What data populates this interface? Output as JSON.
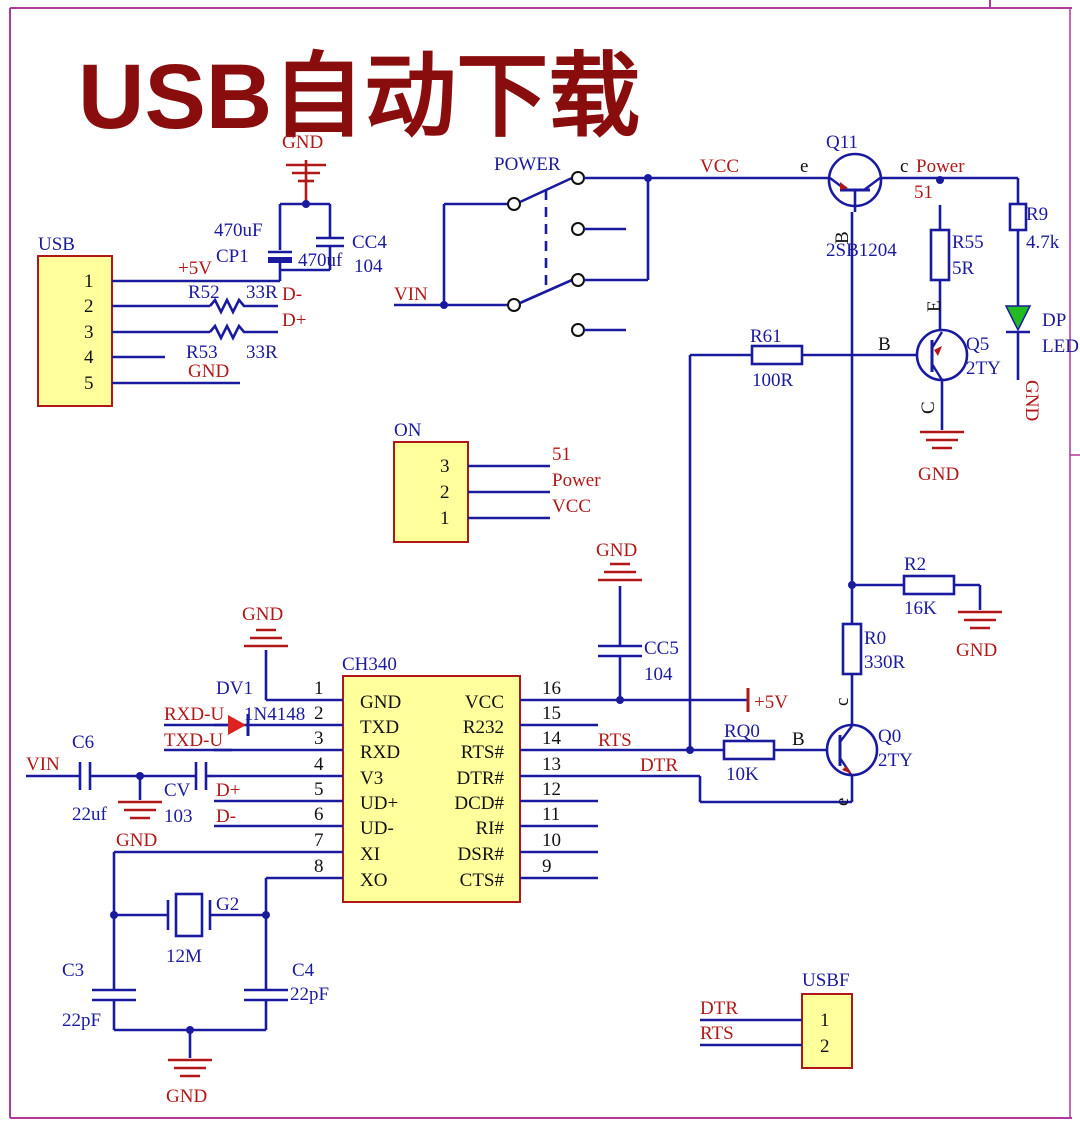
{
  "title": "USB自动下载",
  "labels": {
    "gnd": "GND",
    "vcc": "VCC",
    "vin": "VIN",
    "p5v": "+5V",
    "dminus": "D-",
    "dplus": "D+",
    "dtr": "DTR",
    "rts": "RTS",
    "power": "POWER",
    "power_net": "Power",
    "net51": "51",
    "b": "B",
    "c": "C",
    "e": "E",
    "lc_c": "c",
    "lc_e": "e"
  },
  "usb": {
    "name": "USB",
    "pins": [
      "1",
      "2",
      "3",
      "4",
      "5"
    ]
  },
  "on_conn": {
    "name": "ON",
    "pins": [
      "3",
      "2",
      "1"
    ],
    "nets": [
      "51",
      "Power",
      "VCC"
    ]
  },
  "usbf": {
    "name": "USBF",
    "pins": [
      "1",
      "2"
    ]
  },
  "parts": {
    "cp1": {
      "ref": "CP1",
      "val": "470uF"
    },
    "cc4": {
      "ref": "CC4",
      "val": "104",
      "val2": "470uf"
    },
    "r52": {
      "ref": "R52",
      "val": "33R"
    },
    "r53": {
      "ref": "R53",
      "val": "33R"
    },
    "q11": {
      "ref": "Q11",
      "val": "2SB1204"
    },
    "r9": {
      "ref": "R9",
      "val": "4.7k"
    },
    "r55": {
      "ref": "R55",
      "val": "5R"
    },
    "led": {
      "ref": "DP",
      "val": "LED"
    },
    "r61": {
      "ref": "R61",
      "val": "100R"
    },
    "q5": {
      "ref": "Q5",
      "val": "2TY"
    },
    "r2": {
      "ref": "R2",
      "val": "16K"
    },
    "r0": {
      "ref": "R0",
      "val": "330R"
    },
    "cc5": {
      "ref": "CC5",
      "val": "104"
    },
    "rq0": {
      "ref": "RQ0",
      "val": "10K"
    },
    "q0": {
      "ref": "Q0",
      "val": "2TY"
    },
    "dv1": {
      "ref": "DV1",
      "val": "1N4148"
    },
    "c6": {
      "ref": "C6",
      "val": "22uf"
    },
    "cv": {
      "ref": "CV",
      "val": "103"
    },
    "g2": {
      "ref": "G2",
      "val": "12M"
    },
    "c3": {
      "ref": "C3",
      "val": "22pF"
    },
    "c4": {
      "ref": "C4",
      "val": "22pF"
    }
  },
  "ch340": {
    "name": "CH340",
    "left_pins": [
      {
        "num": "1",
        "name": "GND"
      },
      {
        "num": "2",
        "name": "TXD"
      },
      {
        "num": "3",
        "name": "RXD"
      },
      {
        "num": "4",
        "name": "V3"
      },
      {
        "num": "5",
        "name": "UD+"
      },
      {
        "num": "6",
        "name": "UD-"
      },
      {
        "num": "7",
        "name": "XI"
      },
      {
        "num": "8",
        "name": "XO"
      }
    ],
    "right_pins": [
      {
        "num": "16",
        "name": "VCC"
      },
      {
        "num": "15",
        "name": "R232"
      },
      {
        "num": "14",
        "name": "RTS#"
      },
      {
        "num": "13",
        "name": "DTR#"
      },
      {
        "num": "12",
        "name": "DCD#"
      },
      {
        "num": "11",
        "name": "RI#"
      },
      {
        "num": "10",
        "name": "DSR#"
      },
      {
        "num": "9",
        "name": "CTS#"
      }
    ]
  },
  "nets_misc": {
    "rxd_u": "RXD-U",
    "txd_u": "TXD-U"
  },
  "colors": {
    "wire": "#1a1a9e",
    "label_red": "#b01818",
    "box_fill": "#ffff9c",
    "title": "#8a0d0d",
    "led": "#22bb22",
    "diode": "#dd2222"
  }
}
